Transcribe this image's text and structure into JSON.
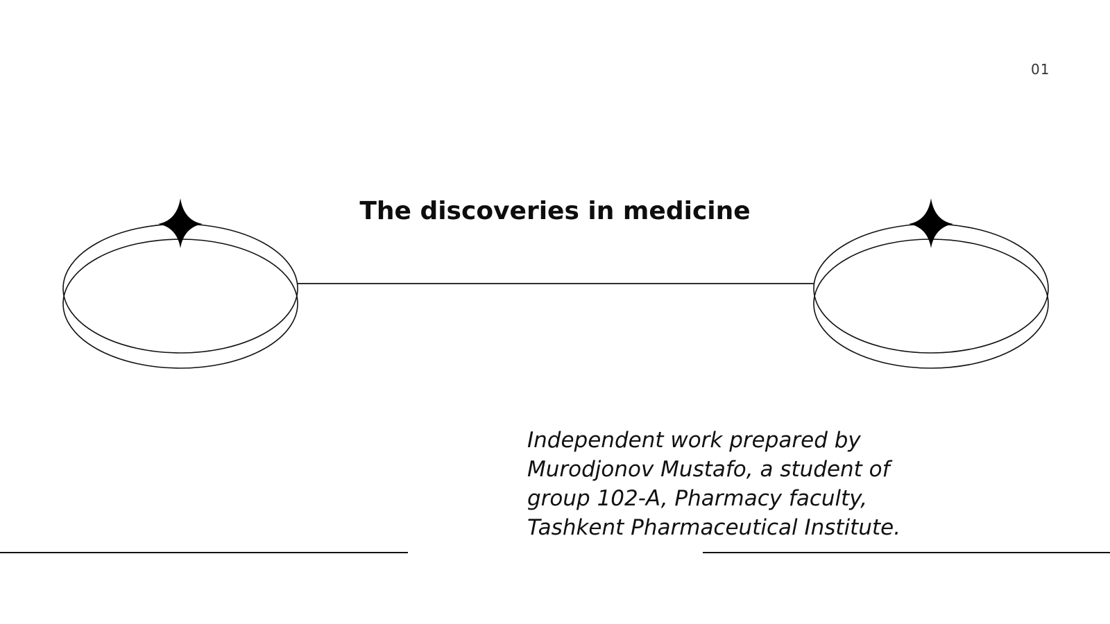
{
  "slide": {
    "page_number": "01",
    "title": "The discoveries in medicine",
    "subtitle_lines": [
      "Independent work prepared by",
      "Murodjonov Mustafo, a student of",
      "group 102-A, Pharmacy faculty,",
      "Tashkent Pharmaceutical Institute."
    ]
  },
  "colors": {
    "background": "#ffffff",
    "ink": "#111111"
  },
  "icons": [
    "four-point-star-icon",
    "four-point-star-icon"
  ]
}
